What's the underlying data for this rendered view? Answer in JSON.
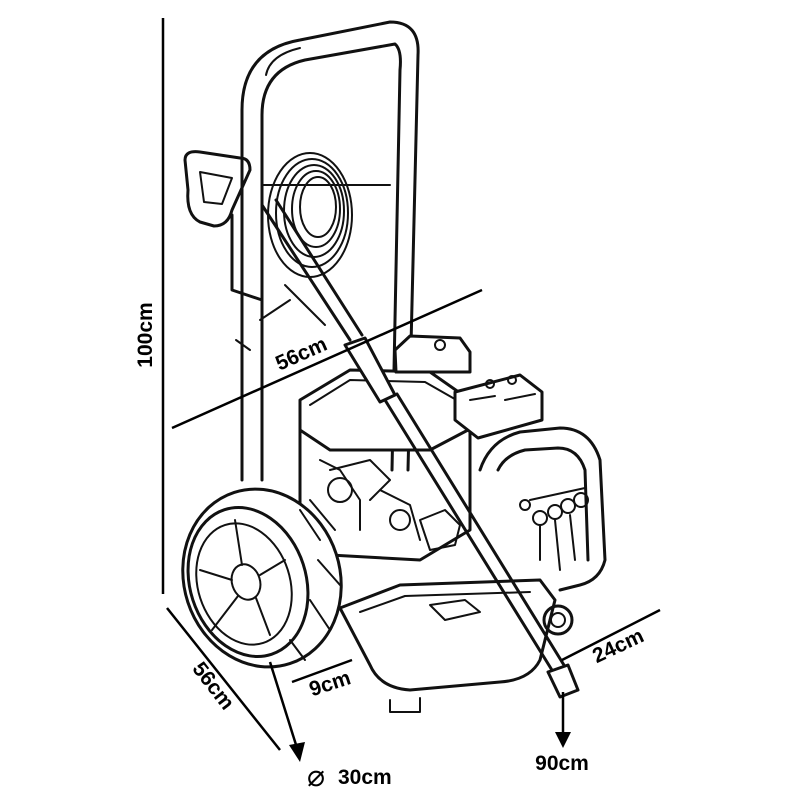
{
  "dimensions": {
    "height": "100cm",
    "width": "56cm",
    "depth": "56cm",
    "wheel_offset": "9cm",
    "base_depth": "24cm",
    "wand_length": "90cm",
    "wheel_diameter": "30cm",
    "diameter_symbol": "⌀"
  },
  "colors": {
    "line": "#111111",
    "background": "#ffffff"
  },
  "icons": [
    "pressure-washer-drawing",
    "diameter-symbol-icon",
    "arrow-down-icon"
  ]
}
